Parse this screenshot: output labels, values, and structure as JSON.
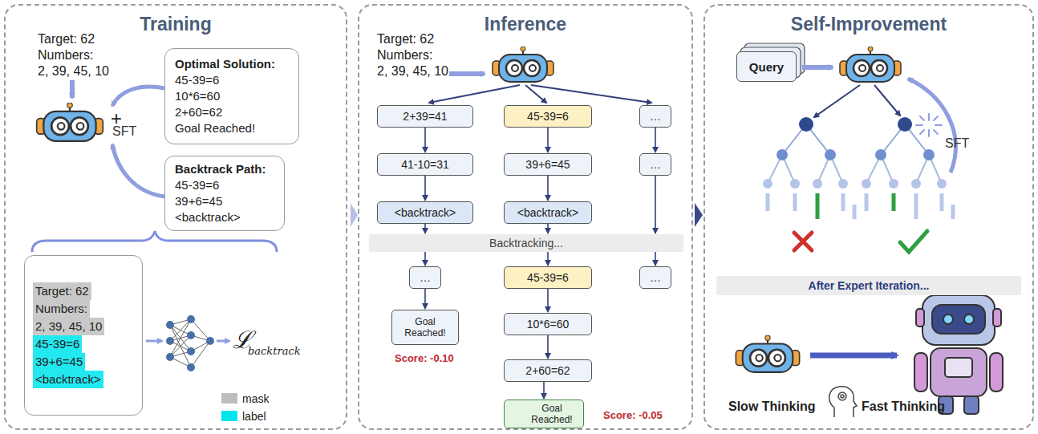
{
  "diagram": {
    "nodes": [
      {
        "text": [
          "Training"
        ]
      },
      {
        "text": [
          "Optimal Solution:",
          "45-39=6",
          "10*6=60",
          "2+60=62",
          "Goal Reached!"
        ],
        "in": 0
      },
      {
        "text": [
          "Backtrack Path:",
          "45-39=6",
          "39+6=45",
          "<backtrack>"
        ],
        "in": 0
      },
      {
        "text": [
          "Target: 62",
          "Numbers:",
          "2, 39, 45, 10",
          "45-39=6",
          "39+6=45",
          "<backtrack>"
        ],
        "in": 0
      },
      {
        "text": [
          "Inference"
        ]
      },
      {
        "text": [
          "2+39=41"
        ],
        "in": 4
      },
      {
        "text": [
          "45-39=6"
        ],
        "in": 4
      },
      {
        "text": [
          "…"
        ],
        "in": 4
      },
      {
        "text": [
          "41-10=31"
        ],
        "in": 4
      },
      {
        "text": [
          "39+6=45"
        ],
        "in": 4
      },
      {
        "text": [
          "…"
        ],
        "in": 4
      },
      {
        "text": [
          "<backtrack>"
        ],
        "in": 4
      },
      {
        "text": [
          "<backtrack>"
        ],
        "in": 4
      },
      {
        "text": [
          "Backtracking..."
        ],
        "in": 4
      },
      {
        "text": [
          "…"
        ],
        "in": 4
      },
      {
        "text": [
          "45-39=6"
        ],
        "in": 4
      },
      {
        "text": [
          "…"
        ],
        "in": 4
      },
      {
        "text": [
          "Goal Reached!"
        ],
        "in": 4
      },
      {
        "text": [
          "10*6=60"
        ],
        "in": 4
      },
      {
        "text": [
          "2+60=62"
        ],
        "in": 4
      },
      {
        "text": [
          "Goal Reached!"
        ],
        "in": 4
      },
      {
        "text": [
          "Self-Improvement"
        ]
      },
      {
        "text": [
          "Query"
        ],
        "in": 21
      },
      {
        "text": [
          "After Expert Iteration..."
        ],
        "in": 21
      }
    ],
    "edges": [
      {
        "from": 5,
        "to": 8,
        "arrow": "to"
      },
      {
        "from": 8,
        "to": 11,
        "arrow": "to"
      },
      {
        "from": 6,
        "to": 9,
        "arrow": "to"
      },
      {
        "from": 9,
        "to": 12,
        "arrow": "to"
      },
      {
        "from": 7,
        "to": 10,
        "arrow": "to"
      },
      {
        "from": 11,
        "to": 13,
        "arrow": "to"
      },
      {
        "from": 12,
        "to": 13,
        "arrow": "to"
      },
      {
        "from": 10,
        "to": 13,
        "arrow": "to"
      },
      {
        "from": 13,
        "to": 14,
        "arrow": "to"
      },
      {
        "from": 13,
        "to": 15,
        "arrow": "to"
      },
      {
        "from": 13,
        "to": 16,
        "arrow": "to"
      },
      {
        "from": 14,
        "to": 17,
        "arrow": "to"
      },
      {
        "from": 15,
        "to": 18,
        "arrow": "to"
      },
      {
        "from": 18,
        "to": 19,
        "arrow": "to"
      },
      {
        "from": 19,
        "to": 20,
        "arrow": "to"
      }
    ],
    "labels": [
      "Target: 62",
      "Numbers:",
      "2, 39, 45, 10",
      "+",
      "SFT",
      "ℒ",
      "backtrack",
      "Target: 62",
      "Numbers:",
      "2, 39, 45, 10",
      "Score: -0.10",
      "Score: -0.05",
      "SFT",
      "Slow Thinking",
      "Fast Thinking"
    ],
    "legend": [
      {
        "text": "mask",
        "color": "#bdbdbd"
      },
      {
        "text": "label",
        "color": "#00e5ee"
      }
    ]
  }
}
